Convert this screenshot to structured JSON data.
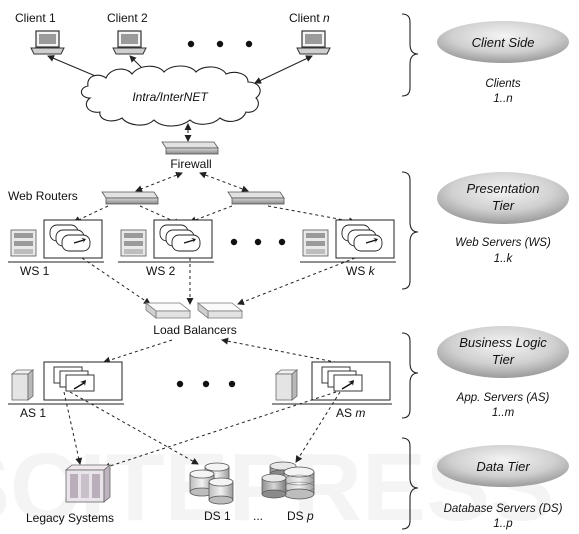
{
  "nodes": {
    "client1": "Client 1",
    "client2": "Client 2",
    "clientN_prefix": "Client ",
    "clientN_var": "n",
    "internet": "Intra/InterNET",
    "firewall": "Firewall",
    "web_routers": "Web Routers",
    "ws1": "WS 1",
    "ws2": "WS 2",
    "wsk_prefix": "WS ",
    "wsk_var": "k",
    "load_balancers": "Load Balancers",
    "as1": "AS 1",
    "asm_prefix": "AS ",
    "asm_var": "m",
    "legacy": "Legacy Systems",
    "ds1": "DS 1",
    "ds_ellipsis": "...",
    "dsp_prefix": "DS ",
    "dsp_var": "p"
  },
  "tiers": [
    {
      "title_lines": [
        "Client Side"
      ],
      "desc_lines": [
        "Clients",
        "1..n"
      ]
    },
    {
      "title_lines": [
        "Presentation",
        "Tier"
      ],
      "desc_lines": [
        "Web Servers (WS)",
        "1..k"
      ]
    },
    {
      "title_lines": [
        "Business Logic",
        "Tier"
      ],
      "desc_lines": [
        "App. Servers (AS)",
        "1..m"
      ]
    },
    {
      "title_lines": [
        "Data Tier"
      ],
      "desc_lines": [
        "Database Servers (DS)",
        "1..p"
      ]
    }
  ],
  "colors": {
    "tier_ellipse_light": "#ececec",
    "tier_ellipse_dark": "#9a9a9a",
    "device": "#8c8c8c",
    "watermark": "#e6e6e6"
  },
  "watermark_text": "SCITEPRESS"
}
